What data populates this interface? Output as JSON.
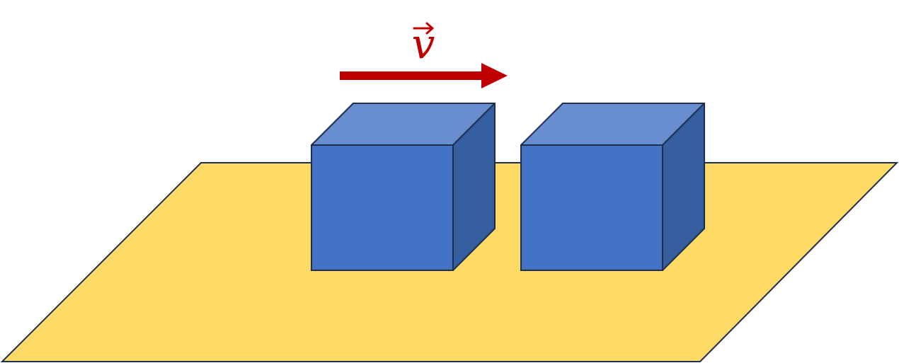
{
  "velocity_label": "v",
  "colors": {
    "background": "#ffffff",
    "surface_fill": "#FDD966",
    "outline": "#1F2E4F",
    "cube_front": "#4472C4",
    "cube_top": "#698ED0",
    "cube_side": "#355E9F",
    "vector": "#C00000"
  },
  "objects": [
    {
      "name": "left-cube"
    },
    {
      "name": "right-cube"
    }
  ]
}
